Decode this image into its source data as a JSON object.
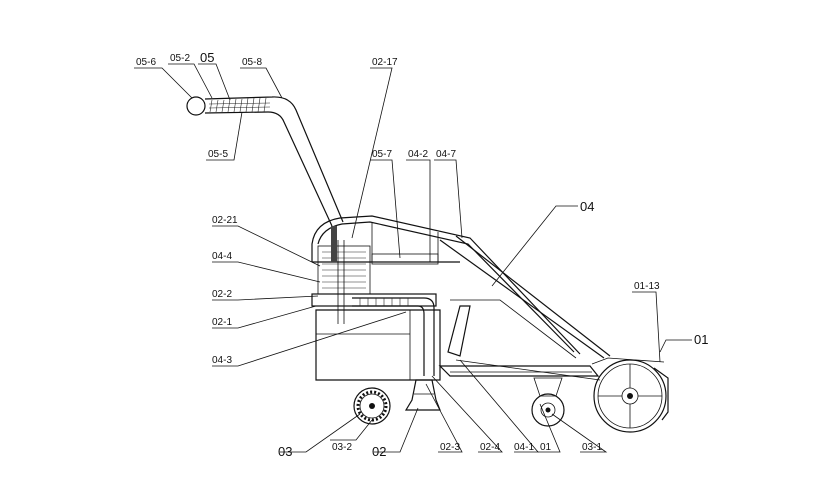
{
  "diagram": {
    "labels": {
      "l05_6": "05-6",
      "l05_2": "05-2",
      "l05": "05",
      "l05_8": "05-8",
      "l05_5": "05-5",
      "l02_17": "02-17",
      "l05_7": "05-7",
      "l04_2": "04-2",
      "l04_7": "04-7",
      "l04": "04",
      "l02_21": "02-21",
      "l04_4": "04-4",
      "l02_2": "02-2",
      "l02_1": "02-1",
      "l04_3": "04-3",
      "l01_13": "01-13",
      "l01_right": "01",
      "l03": "03",
      "l03_2": "03-2",
      "l02": "02",
      "l02_3": "02-3",
      "l02_4": "02-4",
      "l04_1": "04-1",
      "l01_bottom": "01",
      "l03_1": "03-1"
    }
  }
}
